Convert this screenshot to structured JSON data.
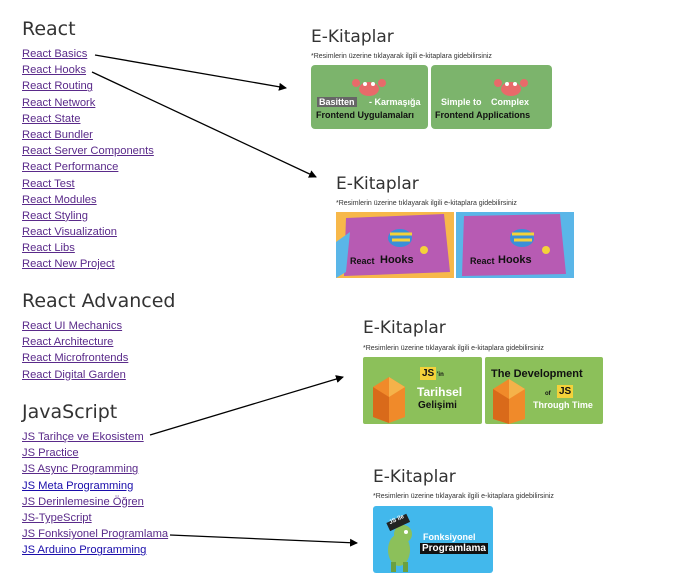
{
  "react": {
    "title": "React",
    "links": [
      "React Basics",
      "React Hooks",
      "React Routing",
      "React Network",
      "React State",
      "React Bundler",
      "React Server Components",
      "React Performance",
      "React Test",
      "React Modules",
      "React Styling",
      "React Visualization",
      "React Libs",
      "React New Project"
    ]
  },
  "react_advanced": {
    "title": "React Advanced",
    "links": [
      "React UI Mechanics",
      "React Architecture",
      "React Microfrontends",
      "React Digital Garden"
    ]
  },
  "javascript": {
    "title": "JavaScript",
    "links": [
      "JS Tarihçe ve Ekosistem",
      "JS Practice",
      "JS Async Programming",
      "JS Meta Programming",
      "JS Derinlemesine Öğren",
      "JS-TypeScript",
      "JS Fonksiyonel Programlama",
      "JS Arduino Programming"
    ]
  },
  "ebooks": [
    {
      "title": "E-Kitaplar",
      "note": "*Resimlerin üzerine tıklayarak ilgili e-kitaplara gidebilirsiniz",
      "books": [
        {
          "line1a": "Basitten",
          "line1b": "- Karmaşığa",
          "line2": "Frontend Uygulamaları"
        },
        {
          "line1a": "Simple to",
          "line1b": "Complex",
          "line2": "Frontend Applications"
        }
      ]
    },
    {
      "title": "E-Kitaplar",
      "note": "*Resimlerin üzerine tıklayarak ilgili e-kitaplara gidebilirsiniz",
      "books": [
        {
          "a": "React",
          "b": "Hooks"
        },
        {
          "a": "React",
          "b": "Hooks"
        }
      ]
    },
    {
      "title": "E-Kitaplar",
      "note": "*Resimlerin üzerine tıklayarak ilgili e-kitaplara gidebilirsiniz",
      "books": [
        {
          "js": "JS",
          "in": "'in",
          "l1": "Tarihsel",
          "l2": "Gelişimi"
        },
        {
          "l1": "The Development",
          "of": "of",
          "js": "JS",
          "l2": "Through Time"
        }
      ]
    },
    {
      "title": "E-Kitaplar",
      "note": "*Resimlerin üzerine tıklayarak ilgili e-kitaplara gidebilirsiniz",
      "books": [
        {
          "tag": "JS ile",
          "l1": "Fonksiyonel",
          "l2": "Programlama"
        }
      ]
    }
  ],
  "colors": {
    "link": "#5a2a8a",
    "arrow": "#000000",
    "green": "#7cb46c",
    "lime": "#8cc05a",
    "purple": "#b75bb3",
    "cyan": "#42b8ec"
  }
}
